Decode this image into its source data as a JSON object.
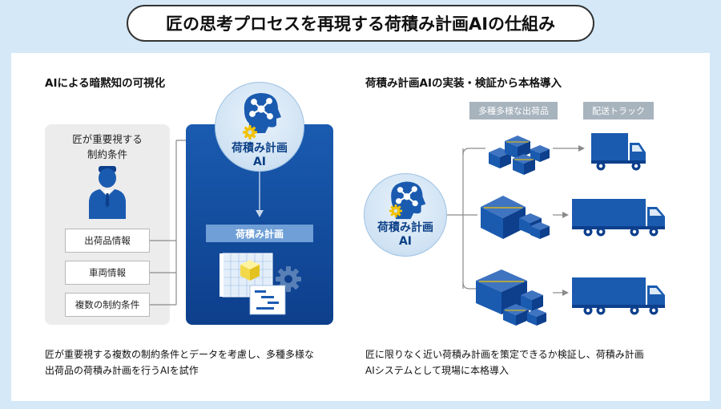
{
  "title": "匠の思考プロセスを再現する荷積み計画AIの仕組み",
  "left": {
    "heading": "AIによる暗黙知の可視化",
    "constraints_title_line1": "匠が重要視する",
    "constraints_title_line2": "制約条件",
    "conditions": [
      "出荷品情報",
      "車両情報",
      "複数の制約条件"
    ],
    "ai_label_line1": "荷積み計画",
    "ai_label_line2": "AI",
    "output_label": "荷積み計画",
    "desc_line1": "匠が重要視する複数の制約条件とデータを考慮し、多種多様な",
    "desc_line2": "出荷品の荷積み計画を行うAIを試作"
  },
  "right": {
    "heading": "荷積み計画AIの実装・検証から本格導入",
    "tag_cargo": "多種多様な出荷品",
    "tag_truck": "配送トラック",
    "ai_label_line1": "荷積み計画",
    "ai_label_line2": "AI",
    "desc_line1": "匠に限りなく近い荷積み計画を策定できるか検証し、荷積み計画",
    "desc_line2": "AIシステムとして現場に本格導入"
  },
  "colors": {
    "navy": "#0d3f8c",
    "blue": "#1a5bb0",
    "light_blue_bar": "#6f9fd6",
    "gear_yellow": "#f2c200",
    "gray_tag": "#a7b3bd"
  },
  "icons": [
    "ai-brain-icon",
    "gear-icon",
    "person-icon",
    "plan-document-icon",
    "cargo-boxes-icon",
    "truck-icon"
  ]
}
